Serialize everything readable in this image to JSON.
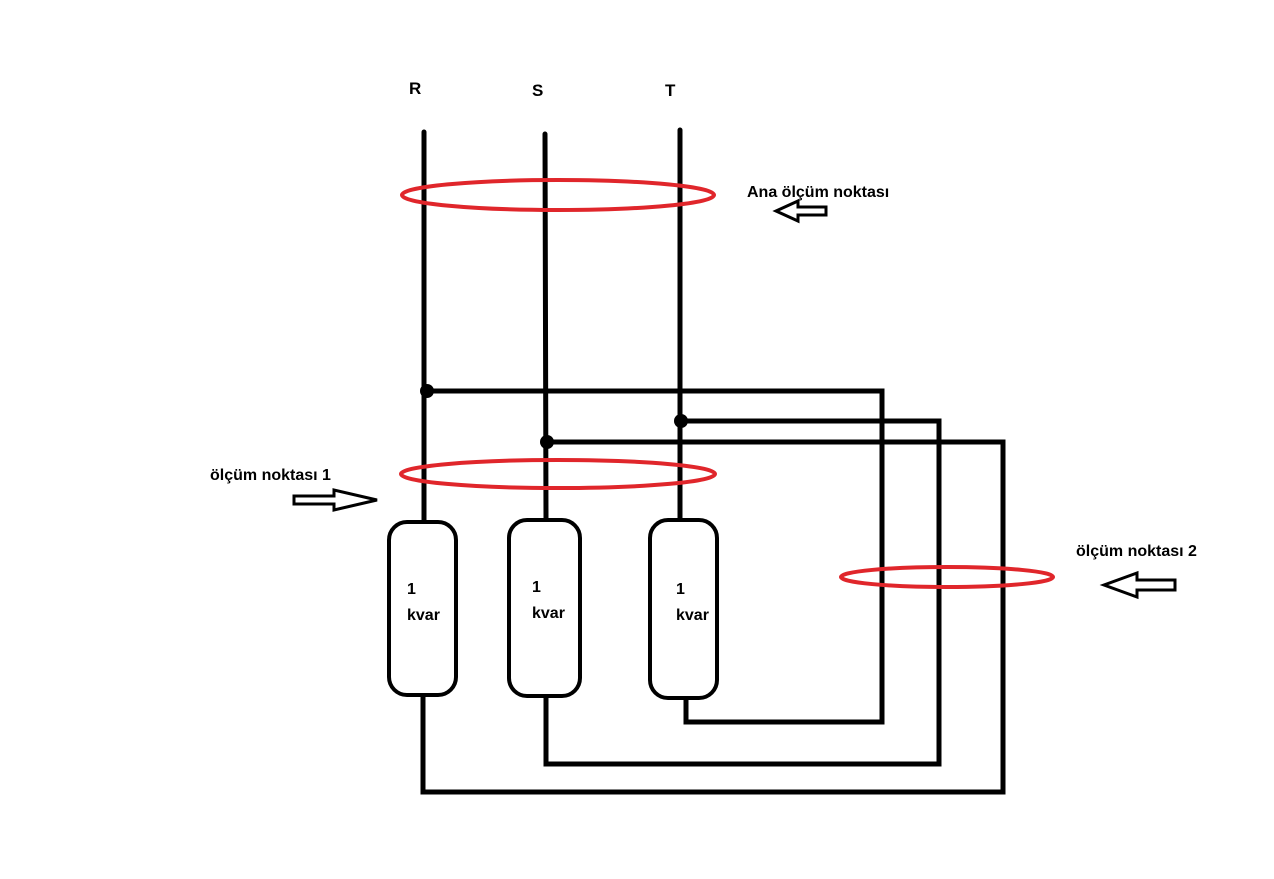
{
  "phases": {
    "r": "R",
    "s": "S",
    "t": "T"
  },
  "labels": {
    "main_point": "Ana ölçüm noktası",
    "point_1": "ölçüm noktası 1",
    "point_2": "ölçüm noktası 2"
  },
  "capacitors": [
    {
      "value": "1",
      "unit": "kvar"
    },
    {
      "value": "1",
      "unit": "kvar"
    },
    {
      "value": "1",
      "unit": "kvar"
    }
  ],
  "colors": {
    "wire": "#000000",
    "measure_ring": "#e0262b",
    "background": "#ffffff"
  }
}
